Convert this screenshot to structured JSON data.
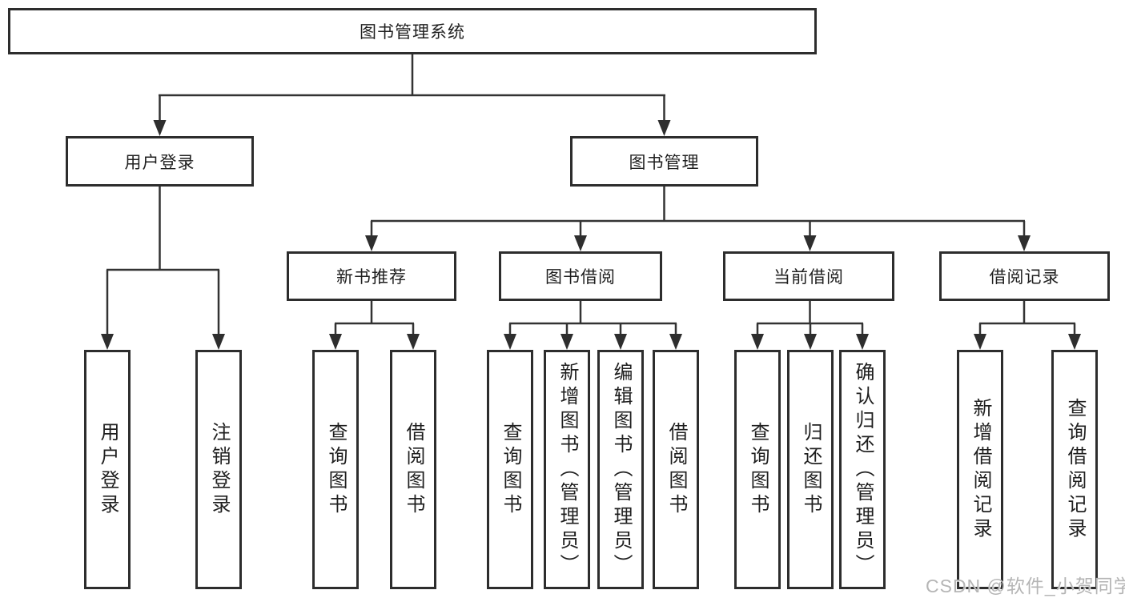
{
  "diagram": {
    "root": {
      "label": "图书管理系统"
    },
    "branches": [
      {
        "label": "用户登录",
        "children": [
          {
            "label": "用户登录"
          },
          {
            "label": "注销登录"
          }
        ]
      },
      {
        "label": "图书管理",
        "children": [
          {
            "label": "新书推荐",
            "children": [
              {
                "label": "查询图书"
              },
              {
                "label": "借阅图书"
              }
            ]
          },
          {
            "label": "图书借阅",
            "children": [
              {
                "label": "查询图书"
              },
              {
                "label": "新增图书（管理员）"
              },
              {
                "label": "编辑图书（管理员）"
              },
              {
                "label": "借阅图书"
              }
            ]
          },
          {
            "label": "当前借阅",
            "children": [
              {
                "label": "查询图书"
              },
              {
                "label": "归还图书"
              },
              {
                "label": "确认归还（管理员）"
              }
            ]
          },
          {
            "label": "借阅记录",
            "children": [
              {
                "label": "新增借阅记录"
              },
              {
                "label": "查询借阅记录"
              }
            ]
          }
        ]
      }
    ]
  },
  "watermark": {
    "text": "CSDN @软件_小贺同学"
  },
  "colors": {
    "line": "#333333",
    "box_border": "#2d2d2d",
    "text": "#1f1f1f",
    "background": "#ffffff",
    "watermark": "#b5b5b5"
  }
}
